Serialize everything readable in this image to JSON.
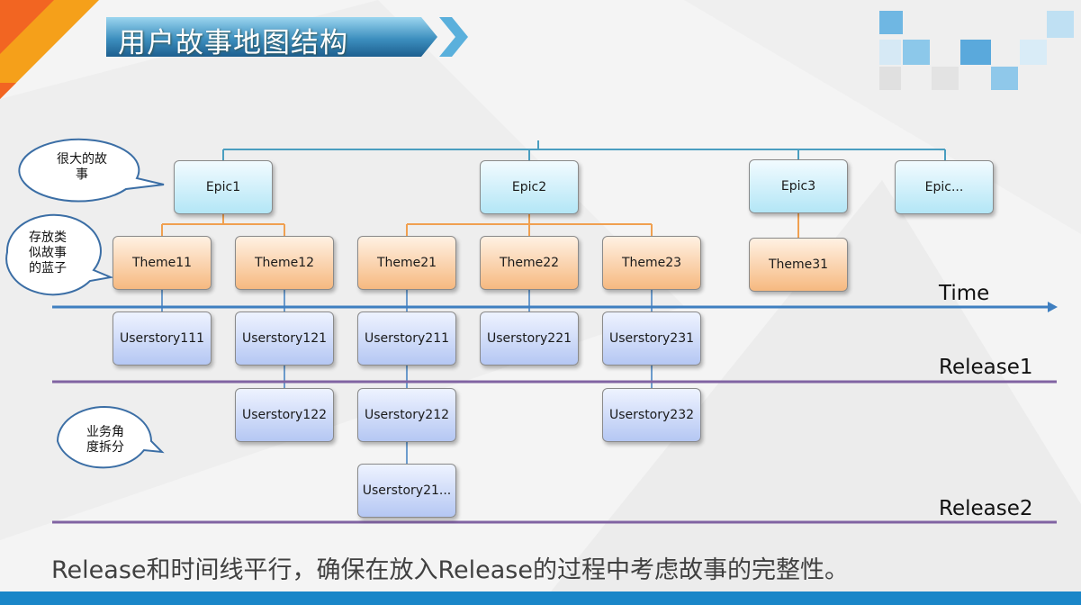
{
  "title": "用户故事地图结构",
  "callouts": {
    "big_story": "很大的故\n事",
    "basket": "存放类\n似故事\n的蓝子",
    "business_split": "业务角\n度拆分"
  },
  "epics": [
    "Epic1",
    "Epic2",
    "Epic3",
    "Epic..."
  ],
  "themes": [
    "Theme11",
    "Theme12",
    "Theme21",
    "Theme22",
    "Theme23",
    "Theme31"
  ],
  "stories": {
    "row1": [
      "Userstory111",
      "Userstory121",
      "Userstory211",
      "Userstory221",
      "Userstory231"
    ],
    "row2": [
      "Userstory122",
      "Userstory212",
      "Userstory232"
    ],
    "row3": [
      "Userstory21..."
    ]
  },
  "lines": {
    "time": "Time",
    "release1": "Release1",
    "release2": "Release2"
  },
  "footer": "Release和时间线平行，确保在放入Release的过程中考虑故事的完整性。",
  "colors": {
    "epic_fill": "#c8ecf8",
    "theme_fill": "#fad0a6",
    "story_fill": "#c9d6f7",
    "timeline": "#3f7fc0",
    "release_line": "#8063a2",
    "epic_connector": "#4a9ec0",
    "theme_connector": "#f0a050",
    "footer_bar": "#1a86c8"
  }
}
